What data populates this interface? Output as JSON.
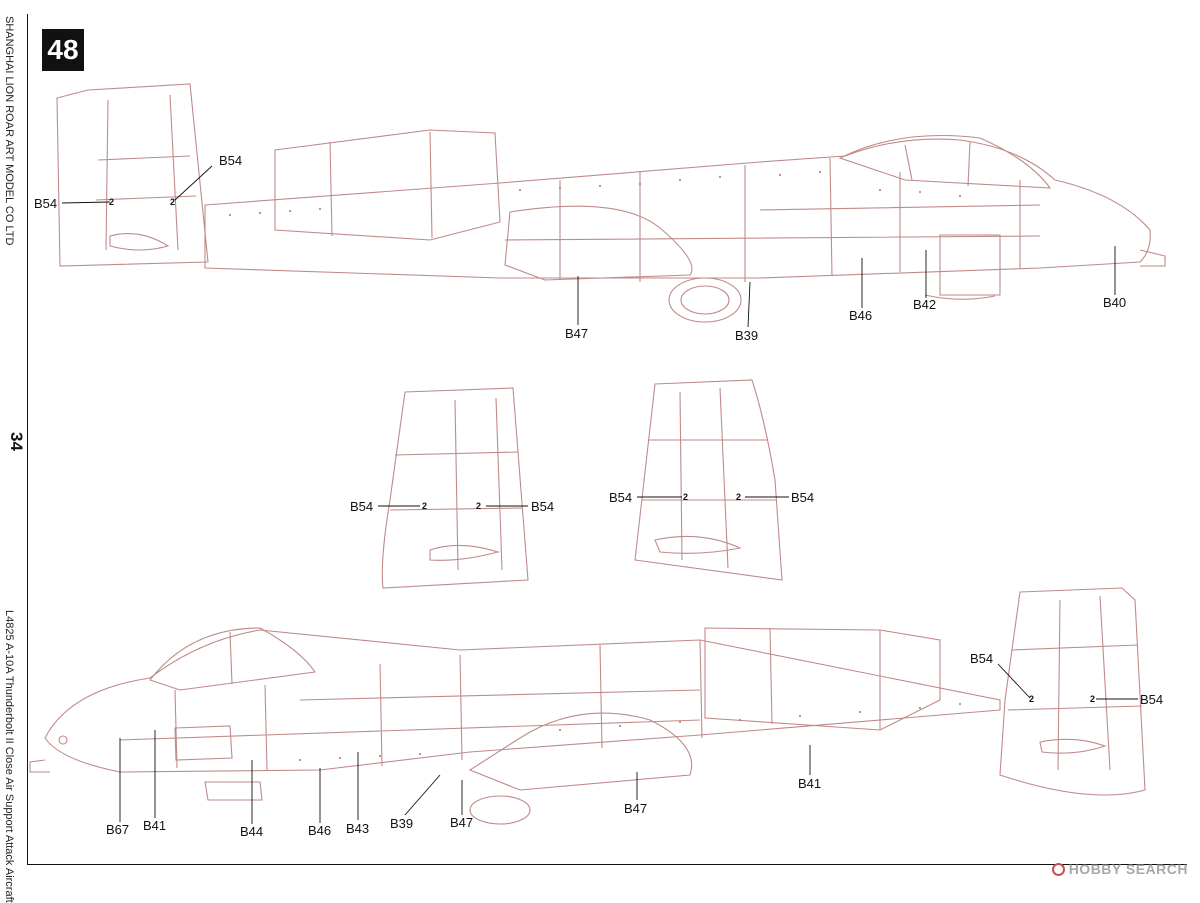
{
  "page": {
    "step_number": "48",
    "page_number": "34",
    "publisher_text": "SHANGHAI LION ROAR ART MODEL CO LTD",
    "product_text": "L4825 A-10A Thunderbolt II Close Air Support Attack Aircraft"
  },
  "callouts": {
    "top_view": [
      "B54",
      "B54",
      "B47",
      "B39",
      "B46",
      "B42",
      "B40"
    ],
    "tail_left": [
      "B54",
      "B54"
    ],
    "tail_right": [
      "B54",
      "B54"
    ],
    "bottom_view": [
      "B67",
      "B41",
      "B44",
      "B46",
      "B43",
      "B39",
      "B47",
      "B47",
      "B41",
      "B54",
      "B54"
    ]
  },
  "decal_marker": "2",
  "watermark": {
    "text": "HOBBY SEARCH",
    "icon": "hobby-search-logo-icon",
    "color": "#a8a8a8"
  },
  "colors": {
    "outline": "#c08a8a",
    "rivets": "#b07070",
    "text": "#111111"
  }
}
